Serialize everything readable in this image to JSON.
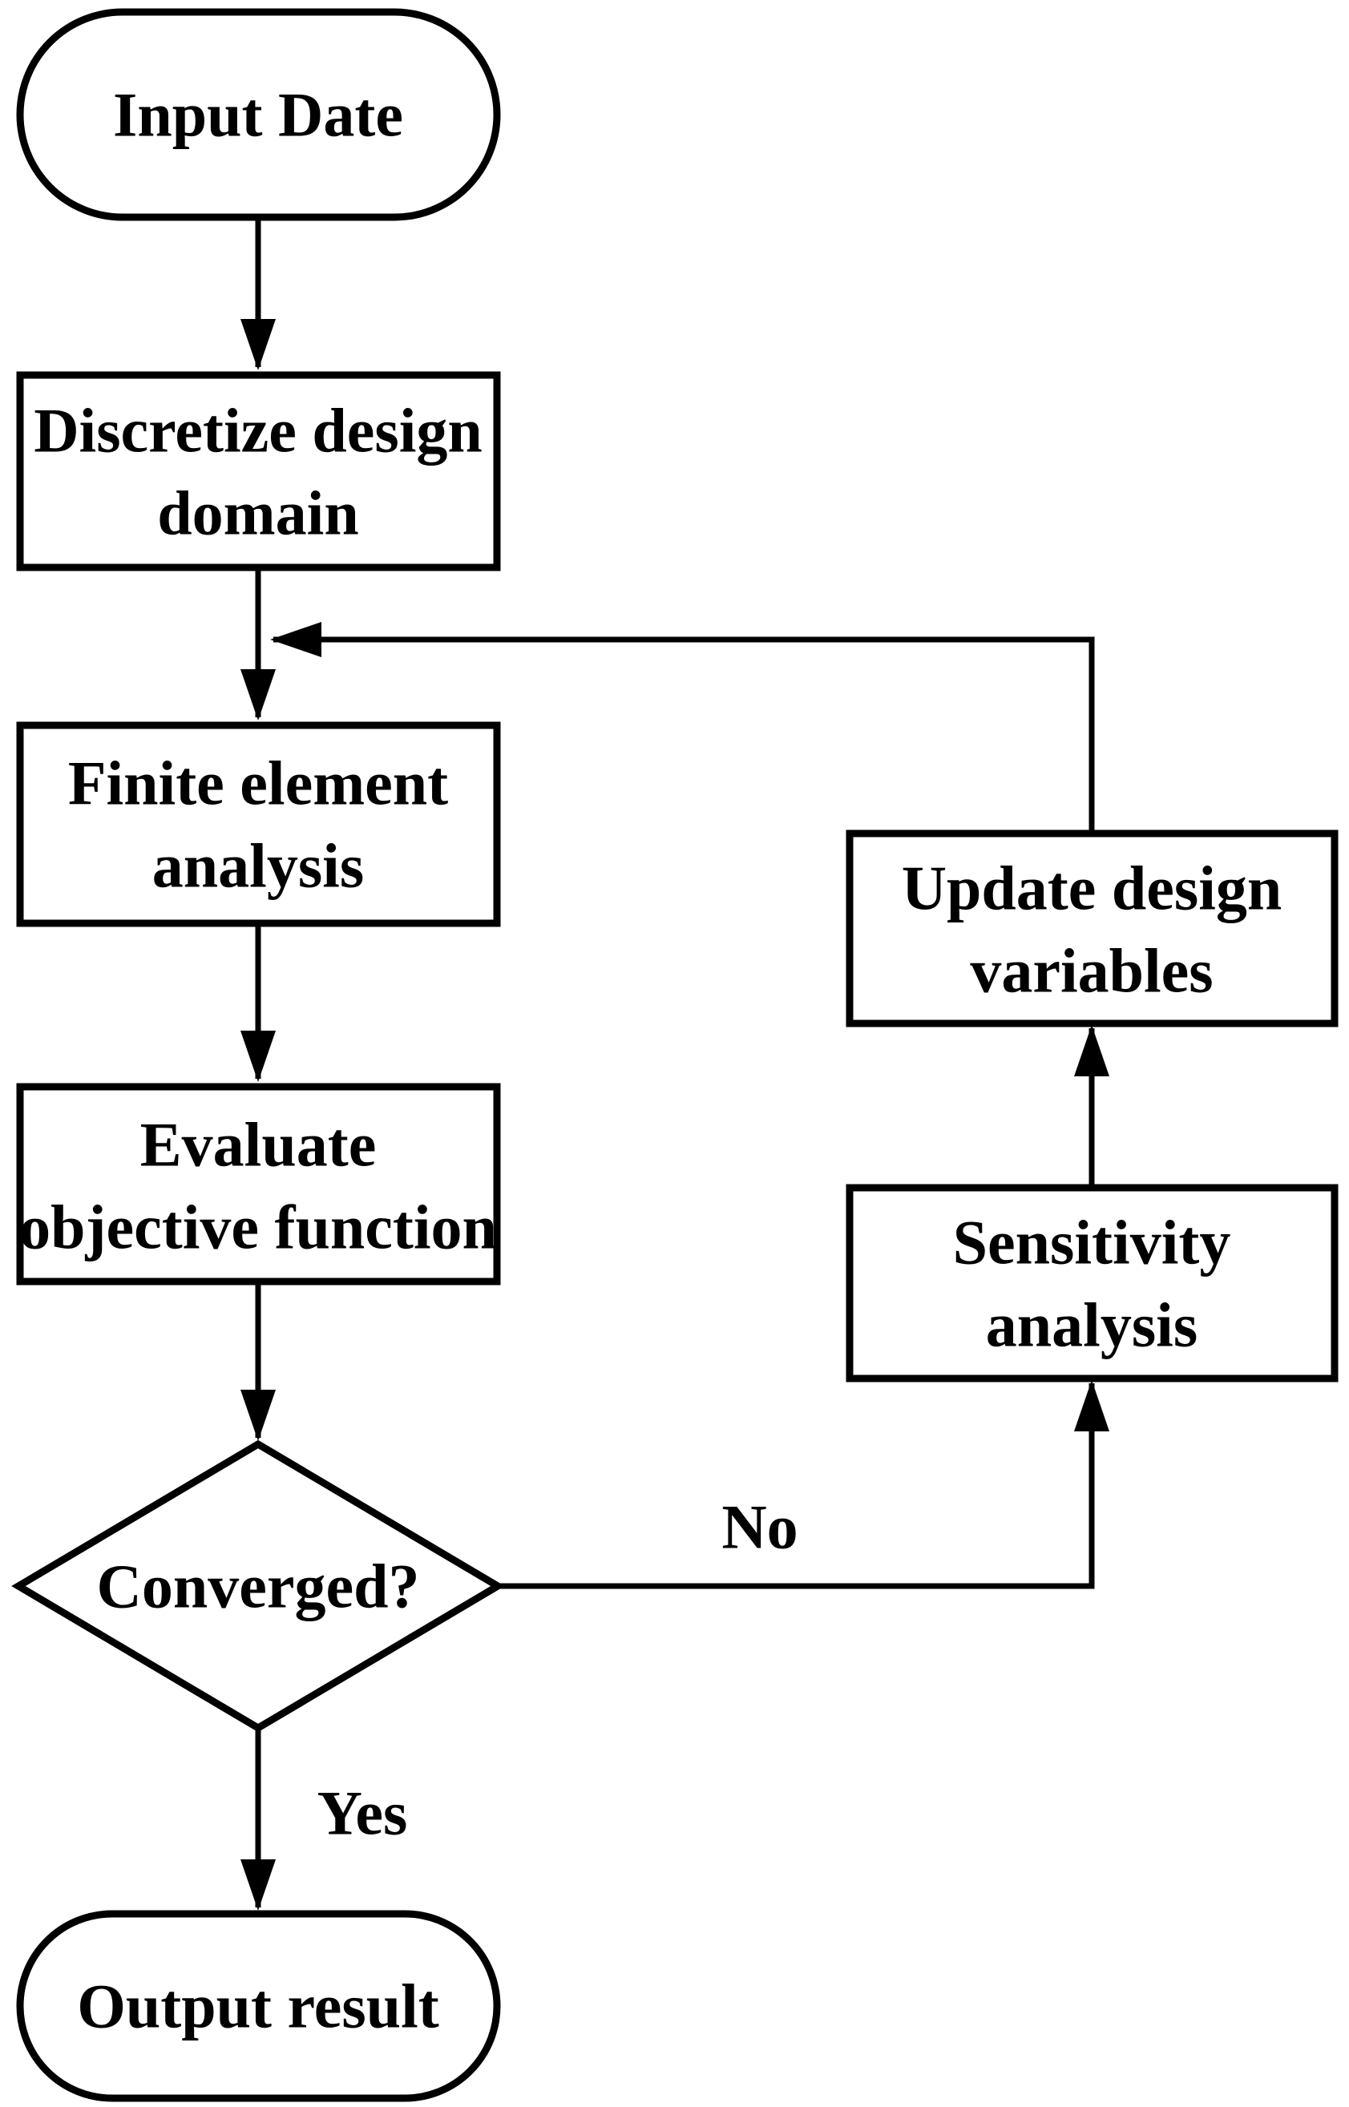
{
  "diagram": {
    "type": "flowchart",
    "colors": {
      "background": "#ffffff",
      "line": "#000000",
      "node_fill": "#ffffff"
    },
    "nodes": {
      "input": {
        "shape": "terminator",
        "label": "Input Date"
      },
      "discretize": {
        "shape": "process",
        "line1": "Discretize design",
        "line2": "domain"
      },
      "finite_element": {
        "shape": "process",
        "line1": "Finite element",
        "line2": "analysis"
      },
      "evaluate": {
        "shape": "process",
        "line1": "Evaluate",
        "line2": "objective function"
      },
      "converged": {
        "shape": "decision",
        "label": "Converged?"
      },
      "output": {
        "shape": "terminator",
        "label": "Output result"
      },
      "update": {
        "shape": "process",
        "line1": "Update design",
        "line2": "variables"
      },
      "sensitivity": {
        "shape": "process",
        "line1": "Sensitivity",
        "line2": "analysis"
      }
    },
    "edge_labels": {
      "yes": "Yes",
      "no": "No"
    }
  }
}
